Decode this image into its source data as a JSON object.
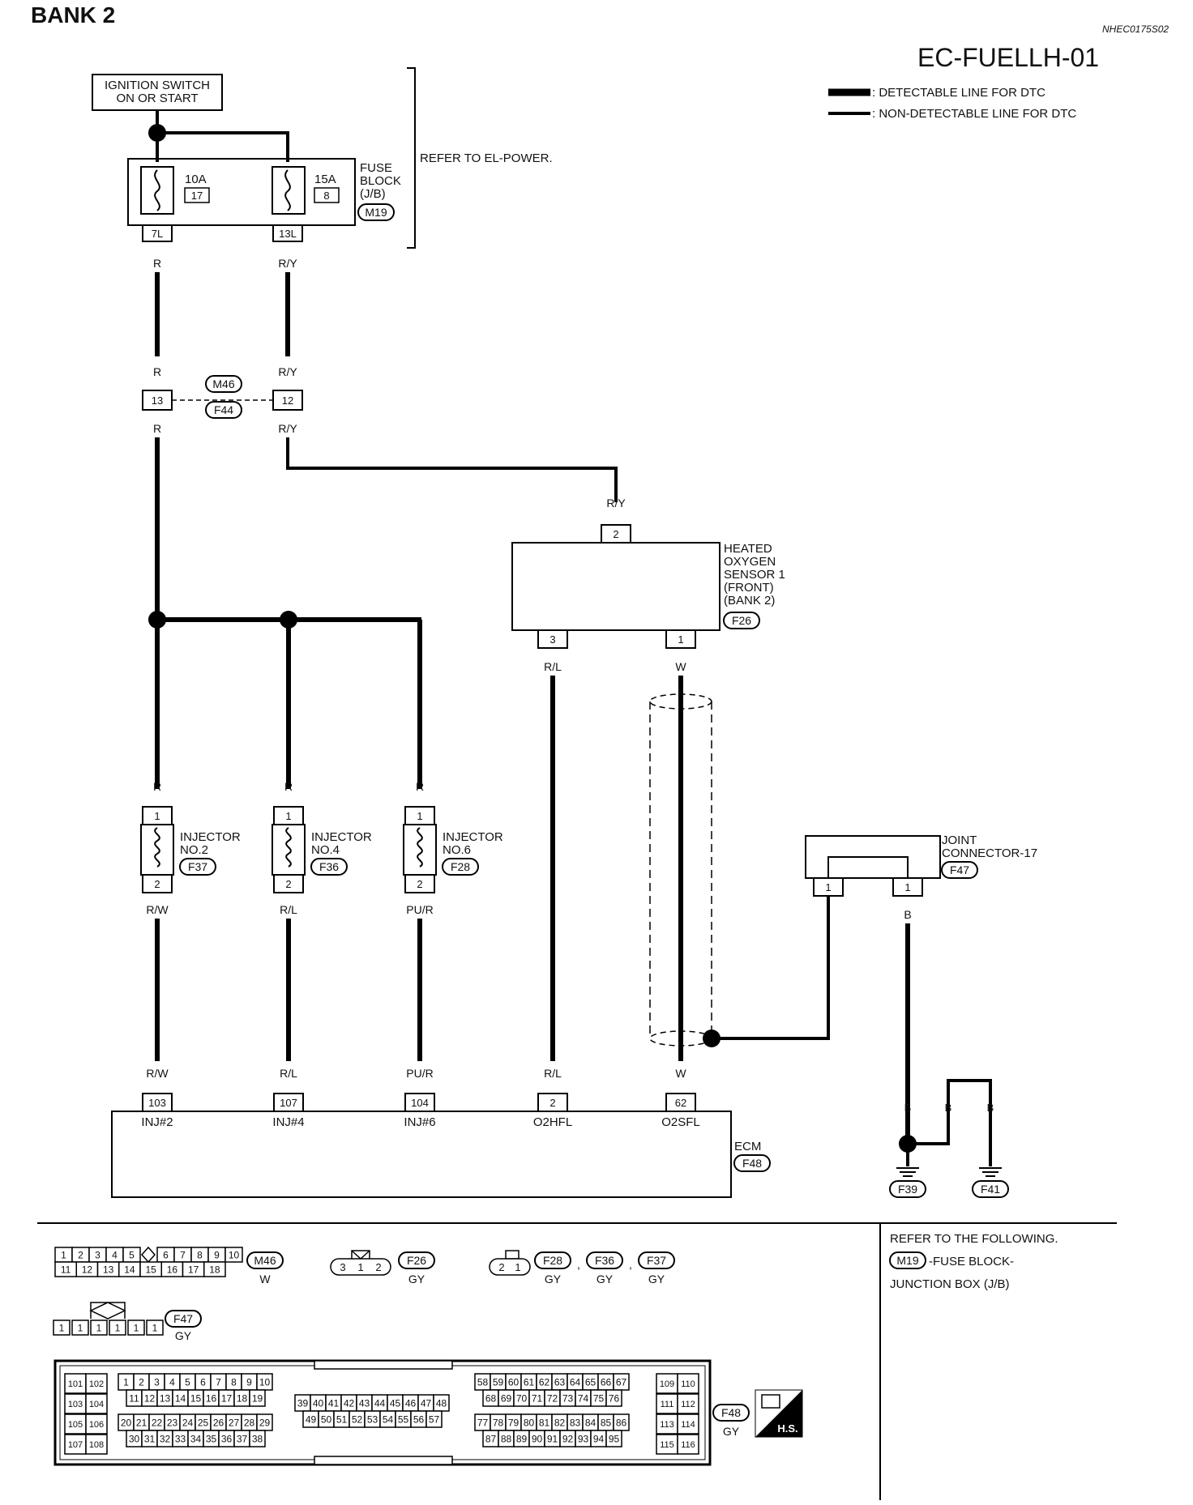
{
  "page": {
    "bank_title": "BANK 2",
    "doc_code": "NHEC0175S02",
    "diagram_title": "EC-FUELLH-01",
    "refer_power": "REFER TO EL-POWER."
  },
  "legend": {
    "detectable": ": DETECTABLE LINE FOR DTC",
    "non_detectable": ": NON-DETECTABLE LINE FOR DTC"
  },
  "ignition": {
    "line1": "IGNITION SWITCH",
    "line2": "ON OR START"
  },
  "fuse_block": {
    "label_lines": [
      "FUSE",
      "BLOCK",
      "(J/B)"
    ],
    "connector": "M19",
    "fuses": [
      {
        "amp": "10A",
        "num": "17",
        "terminal": "7L"
      },
      {
        "amp": "15A",
        "num": "8",
        "terminal": "13L"
      }
    ]
  },
  "junction": {
    "connector_top": "M46",
    "connector_bottom": "F44",
    "pin_left": "13",
    "pin_right": "12"
  },
  "sensor": {
    "label_lines": [
      "HEATED",
      "OXYGEN",
      "SENSOR 1",
      "(FRONT)",
      "(BANK 2)"
    ],
    "connector": "F26",
    "pin_top": "2",
    "pin_left": "3",
    "pin_right": "1"
  },
  "injectors": [
    {
      "name_line1": "INJECTOR",
      "name_line2": "NO.2",
      "connector": "F37",
      "pin1": "1",
      "pin2": "2",
      "wire_in": "R",
      "wire_out": "R/W",
      "ecm_pin": "103",
      "ecm_label": "INJ#2"
    },
    {
      "name_line1": "INJECTOR",
      "name_line2": "NO.4",
      "connector": "F36",
      "pin1": "1",
      "pin2": "2",
      "wire_in": "R",
      "wire_out": "R/L",
      "ecm_pin": "107",
      "ecm_label": "INJ#4"
    },
    {
      "name_line1": "INJECTOR",
      "name_line2": "NO.6",
      "connector": "F28",
      "pin1": "1",
      "pin2": "2",
      "wire_in": "R",
      "wire_out": "PU/R",
      "ecm_pin": "104",
      "ecm_label": "INJ#6"
    }
  ],
  "ecm": {
    "label": "ECM",
    "connector": "F48",
    "o2hfl_pin": "2",
    "o2hfl_label": "O2HFL",
    "o2sfl_pin": "62",
    "o2sfl_label": "O2SFL"
  },
  "joint": {
    "line1": "JOINT",
    "line2": "CONNECTOR-17",
    "connector": "F47",
    "pin_left": "1",
    "pin_right": "1"
  },
  "grounds": {
    "left": "F39",
    "right": "F41"
  },
  "wires": {
    "r": "R",
    "ry": "R/Y",
    "rl": "R/L",
    "w": "W",
    "b": "B"
  },
  "refer_box": {
    "line1": "REFER TO THE FOLLOWING.",
    "connector": "M19",
    "line2": "-FUSE BLOCK-",
    "line3": "JUNCTION BOX (J/B)"
  },
  "connector_views": {
    "m46": {
      "id": "M46",
      "color": "W",
      "top": [
        "1",
        "2",
        "3",
        "4",
        "5",
        "6",
        "7",
        "8",
        "9",
        "10"
      ],
      "bottom": [
        "11",
        "12",
        "13",
        "14",
        "15",
        "16",
        "17",
        "18"
      ]
    },
    "f26": {
      "id": "F26",
      "color": "GY",
      "pins": [
        "3",
        "1",
        "2"
      ]
    },
    "f28": {
      "ids": [
        "F28",
        "F36",
        "F37"
      ],
      "colors": [
        "GY",
        "GY",
        "GY"
      ],
      "pins": [
        "2",
        "1"
      ],
      "sep": ","
    },
    "f47": {
      "id": "F47",
      "color": "GY",
      "pins": [
        "1",
        "1",
        "1",
        "1",
        "1",
        "1"
      ]
    },
    "f48": {
      "id": "F48",
      "color": "GY",
      "left_col": [
        [
          "101",
          "102"
        ],
        [
          "103",
          "104"
        ],
        [
          "105",
          "106"
        ],
        [
          "107",
          "108"
        ]
      ],
      "b1": [
        "1",
        "2",
        "3",
        "4",
        "5",
        "6",
        "7",
        "8",
        "9",
        "10"
      ],
      "b2": [
        "11",
        "12",
        "13",
        "14",
        "15",
        "16",
        "17",
        "18",
        "19"
      ],
      "b3": [
        "20",
        "21",
        "22",
        "23",
        "24",
        "25",
        "26",
        "27",
        "28",
        "29"
      ],
      "b4": [
        "30",
        "31",
        "32",
        "33",
        "34",
        "35",
        "36",
        "37",
        "38"
      ],
      "c1": [
        "39",
        "40",
        "41",
        "42",
        "43",
        "44",
        "45",
        "46",
        "47",
        "48"
      ],
      "c2": [
        "49",
        "50",
        "51",
        "52",
        "53",
        "54",
        "55",
        "56",
        "57"
      ],
      "d1": [
        "58",
        "59",
        "60",
        "61",
        "62",
        "63",
        "64",
        "65",
        "66",
        "67"
      ],
      "d2": [
        "68",
        "69",
        "70",
        "71",
        "72",
        "73",
        "74",
        "75",
        "76"
      ],
      "d3": [
        "77",
        "78",
        "79",
        "80",
        "81",
        "82",
        "83",
        "84",
        "85",
        "86"
      ],
      "d4": [
        "87",
        "88",
        "89",
        "90",
        "91",
        "92",
        "93",
        "94",
        "95"
      ],
      "right_col": [
        [
          "109",
          "110"
        ],
        [
          "111",
          "112"
        ],
        [
          "113",
          "114"
        ],
        [
          "115",
          "116"
        ]
      ],
      "hs": "H.S."
    }
  }
}
